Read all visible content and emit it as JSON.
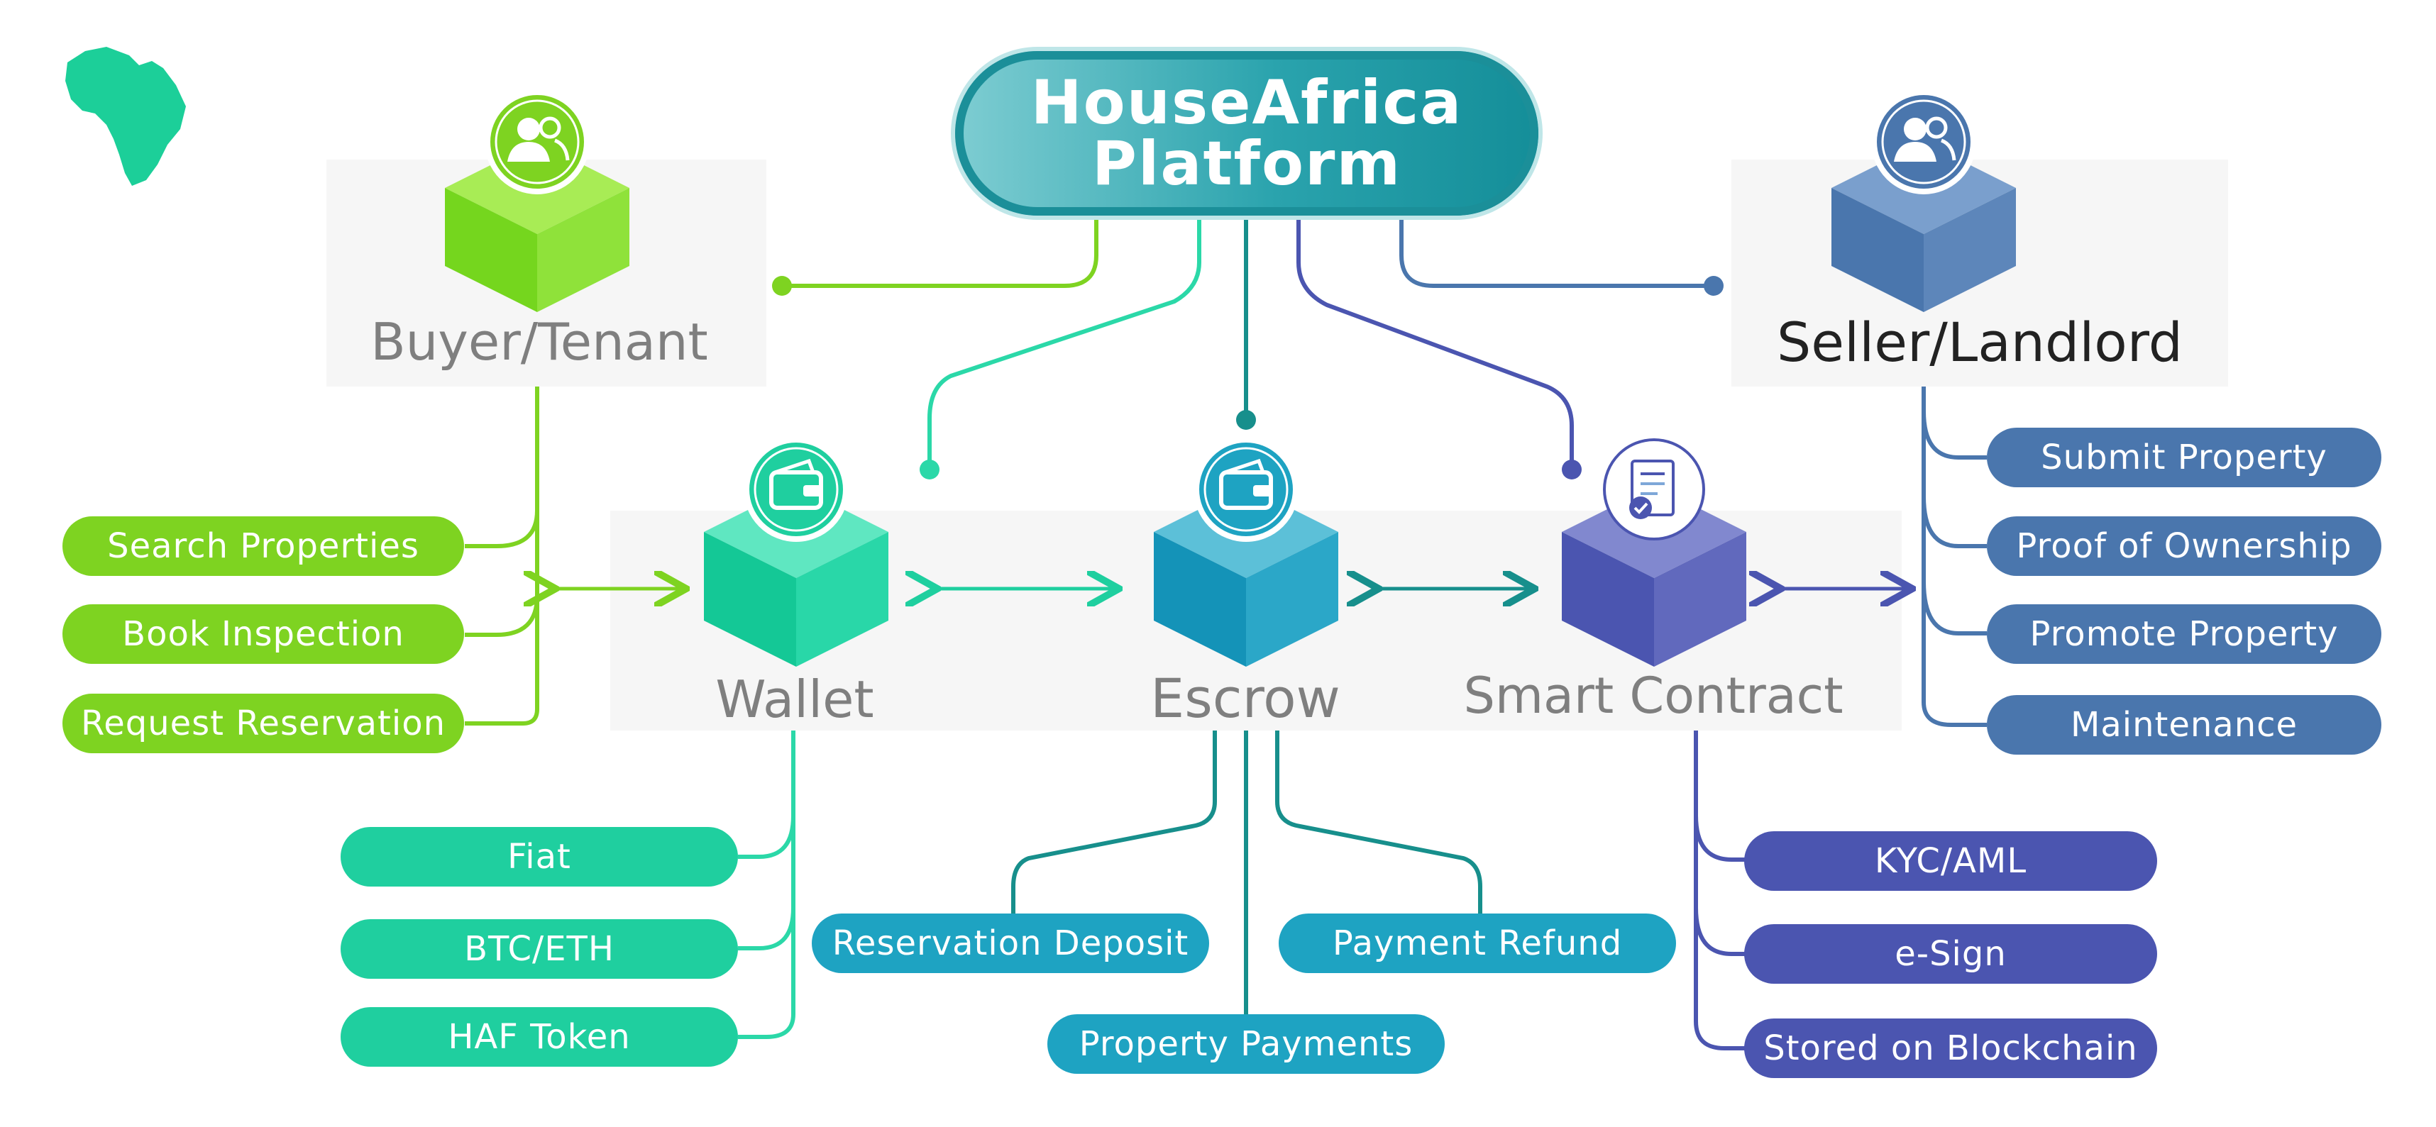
{
  "title": {
    "line1": "HouseAfrica",
    "line2": "Platform"
  },
  "colors": {
    "buyer": "#7ed321",
    "wallet": "#1fcf9f",
    "escrow": "#1ea3c2",
    "contract": "#4b55b0",
    "seller": "#4a76ad",
    "logo": "#1ccf99"
  },
  "nodes": {
    "buyer": {
      "label": "Buyer/Tenant",
      "icon": "users-icon"
    },
    "seller": {
      "label": "Seller/Landlord",
      "icon": "users-icon"
    },
    "wallet": {
      "label": "Wallet",
      "icon": "wallet-icon"
    },
    "escrow": {
      "label": "Escrow",
      "icon": "wallet-icon"
    },
    "contract": {
      "label": "Smart Contract",
      "icon": "certificate-icon"
    }
  },
  "buyer_items": [
    "Search Properties",
    "Book Inspection",
    "Request Reservation"
  ],
  "seller_items": [
    "Submit Property",
    "Proof of Ownership",
    "Promote Property",
    "Maintenance"
  ],
  "wallet_items": [
    "Fiat",
    "BTC/ETH",
    "HAF Token"
  ],
  "escrow_items": [
    "Reservation Deposit",
    "Payment Refund",
    "Property Payments"
  ],
  "contract_items": [
    "KYC/AML",
    "e-Sign",
    "Stored on Blockchain"
  ]
}
